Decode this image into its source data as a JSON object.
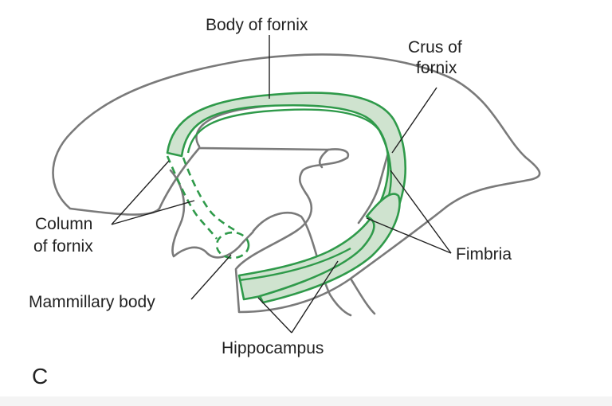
{
  "labels": {
    "body_of_fornix": "Body of fornix",
    "crus_of_fornix_line1": "Crus of",
    "crus_of_fornix_line2": "fornix",
    "column_of_fornix_line1": "Column",
    "column_of_fornix_line2": "of fornix",
    "fimbria": "Fimbria",
    "mammillary_body": "Mammillary body",
    "hippocampus": "Hippocampus",
    "panel_letter": "C"
  },
  "colors": {
    "outline": "#7a7a7a",
    "fornix_fill": "#cfe3cf",
    "fornix_stroke": "#2f9a4a",
    "text": "#222222"
  }
}
